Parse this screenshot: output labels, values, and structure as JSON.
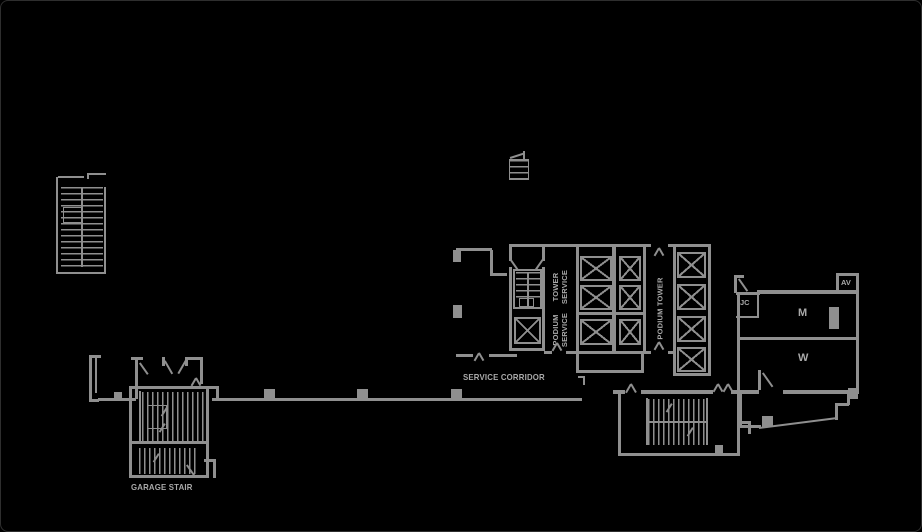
{
  "colors": {
    "background": "#000000",
    "line": "#8f8f8f",
    "text": "#a9a9a9"
  },
  "labels": {
    "service_corridor": "SERVICE CORRIDOR",
    "garage_stair": "GARAGE STAIR",
    "tower_service": "TOWER\nSERVICE",
    "podium_service": "PODIUM\nSERVICE",
    "podium_tower": "PODIUM TOWER",
    "janitor_closet": "JC",
    "audio_visual": "AV",
    "mens_room": "M",
    "womens_room": "W"
  }
}
